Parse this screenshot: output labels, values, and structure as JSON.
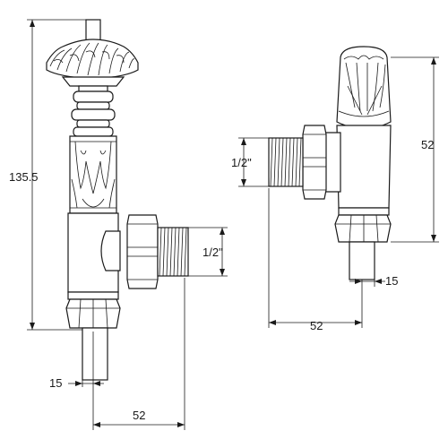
{
  "diagram": {
    "left_valve": {
      "height_label": "135.5",
      "thread_label": "1/2\"",
      "spindle_label": "15",
      "offset_label": "52"
    },
    "right_valve": {
      "height_label": "52",
      "thread_label": "1/2\"",
      "spindle_label": "15",
      "offset_label": "52"
    }
  }
}
